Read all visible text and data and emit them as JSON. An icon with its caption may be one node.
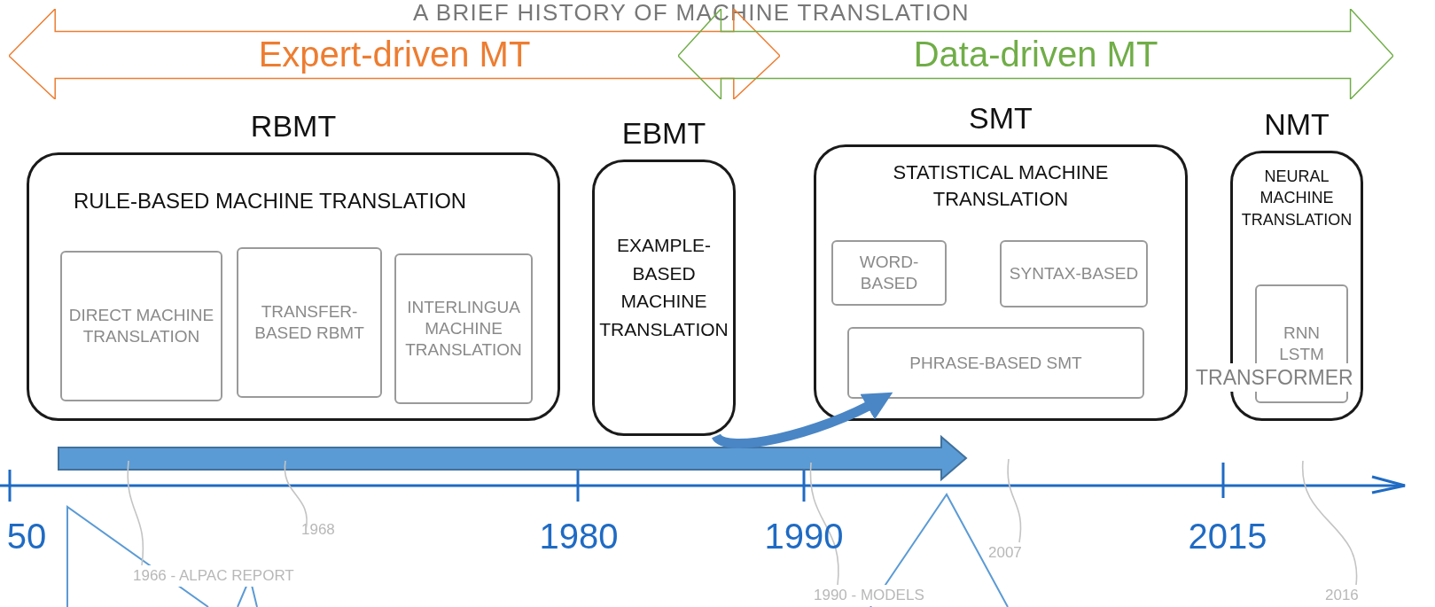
{
  "diagram": {
    "title": "A BRIEF HISTORY OF MACHINE TRANSLATION",
    "nodes": [
      {
        "text": [
          "Expert-driven MT"
        ]
      },
      {
        "text": [
          "Data-driven MT"
        ]
      },
      {
        "text": [
          "RBMT",
          "RULE-BASED MACHINE TRANSLATION"
        ]
      },
      {
        "text": [
          "DIRECT MACHINE TRANSLATION"
        ],
        "in": 2
      },
      {
        "text": [
          "TRANSFER-BASED RBMT"
        ],
        "in": 2
      },
      {
        "text": [
          "INTERLINGUA MACHINE TRANSLATION"
        ],
        "in": 2
      },
      {
        "text": [
          "EBMT",
          "EXAMPLE-BASED MACHINE TRANSLATION"
        ]
      },
      {
        "text": [
          "SMT",
          "STATISTICAL MACHINE TRANSLATION"
        ]
      },
      {
        "text": [
          "WORD-BASED"
        ],
        "in": 7
      },
      {
        "text": [
          "SYNTAX-BASED"
        ],
        "in": 7
      },
      {
        "text": [
          "PHRASE-BASED SMT"
        ],
        "in": 7
      },
      {
        "text": [
          "NMT",
          "NEURAL MACHINE TRANSLATION"
        ]
      },
      {
        "text": [
          "RNN LSTM"
        ],
        "in": 11
      },
      {
        "text": [
          "1966 - ALPAC REPORT"
        ]
      },
      {
        "text": [
          "1968"
        ]
      },
      {
        "text": [
          "1990 - MODELS"
        ]
      },
      {
        "text": [
          "2007"
        ]
      },
      {
        "text": [
          "2016"
        ]
      }
    ],
    "edges": [
      {
        "from": 6,
        "to": 10,
        "arrow": "to",
        "style": "thick",
        "color": "#4a86c5"
      },
      {
        "from": 13,
        "to": null,
        "arrow": "none"
      },
      {
        "from": 14,
        "to": null,
        "arrow": "none"
      },
      {
        "from": 15,
        "to": null,
        "arrow": "none"
      },
      {
        "from": 16,
        "to": null,
        "arrow": "none"
      },
      {
        "from": 17,
        "to": null,
        "arrow": "none"
      }
    ],
    "labels": [
      "TRANSFORMER",
      "50",
      "1980",
      "1990",
      "2015"
    ]
  }
}
